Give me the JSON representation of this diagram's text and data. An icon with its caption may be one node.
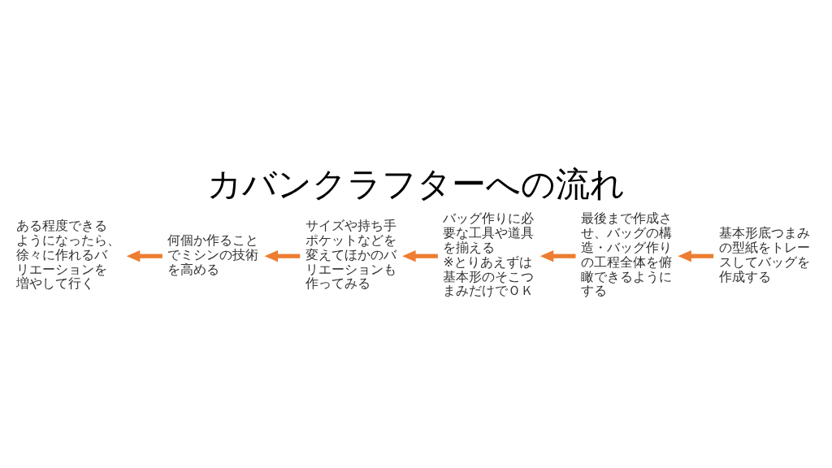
{
  "diagram": {
    "title": "カバンクラフターへの流れ",
    "nodes": [
      {
        "text": [
          "基本形底つまみの型紙をトレースしてバッグを作成する"
        ]
      },
      {
        "text": [
          "最後まで作成させ、バッグの構造・バッグ作りの工程全体を俯瞰できるようにする"
        ]
      },
      {
        "text": [
          "バッグ作りに必要な工具や道具を揃える",
          "※とりあえずは基本形のそこつまみだけでＯＫ"
        ]
      },
      {
        "text": [
          "サイズや持ち手ポケットなどを変えてほかのバリエーションも作ってみる"
        ]
      },
      {
        "text": [
          "何個か作ることでミシンの技術を高める"
        ]
      },
      {
        "text": [
          "ある程度できるようになったら、徐々に作れるバリエーションを増やして行く"
        ]
      }
    ],
    "edges": [
      {
        "from": 0,
        "to": 1,
        "arrow": "to"
      },
      {
        "from": 1,
        "to": 2,
        "arrow": "to"
      },
      {
        "from": 2,
        "to": 3,
        "arrow": "to"
      },
      {
        "from": 3,
        "to": 4,
        "arrow": "to"
      },
      {
        "from": 4,
        "to": 5,
        "arrow": "to"
      }
    ]
  }
}
